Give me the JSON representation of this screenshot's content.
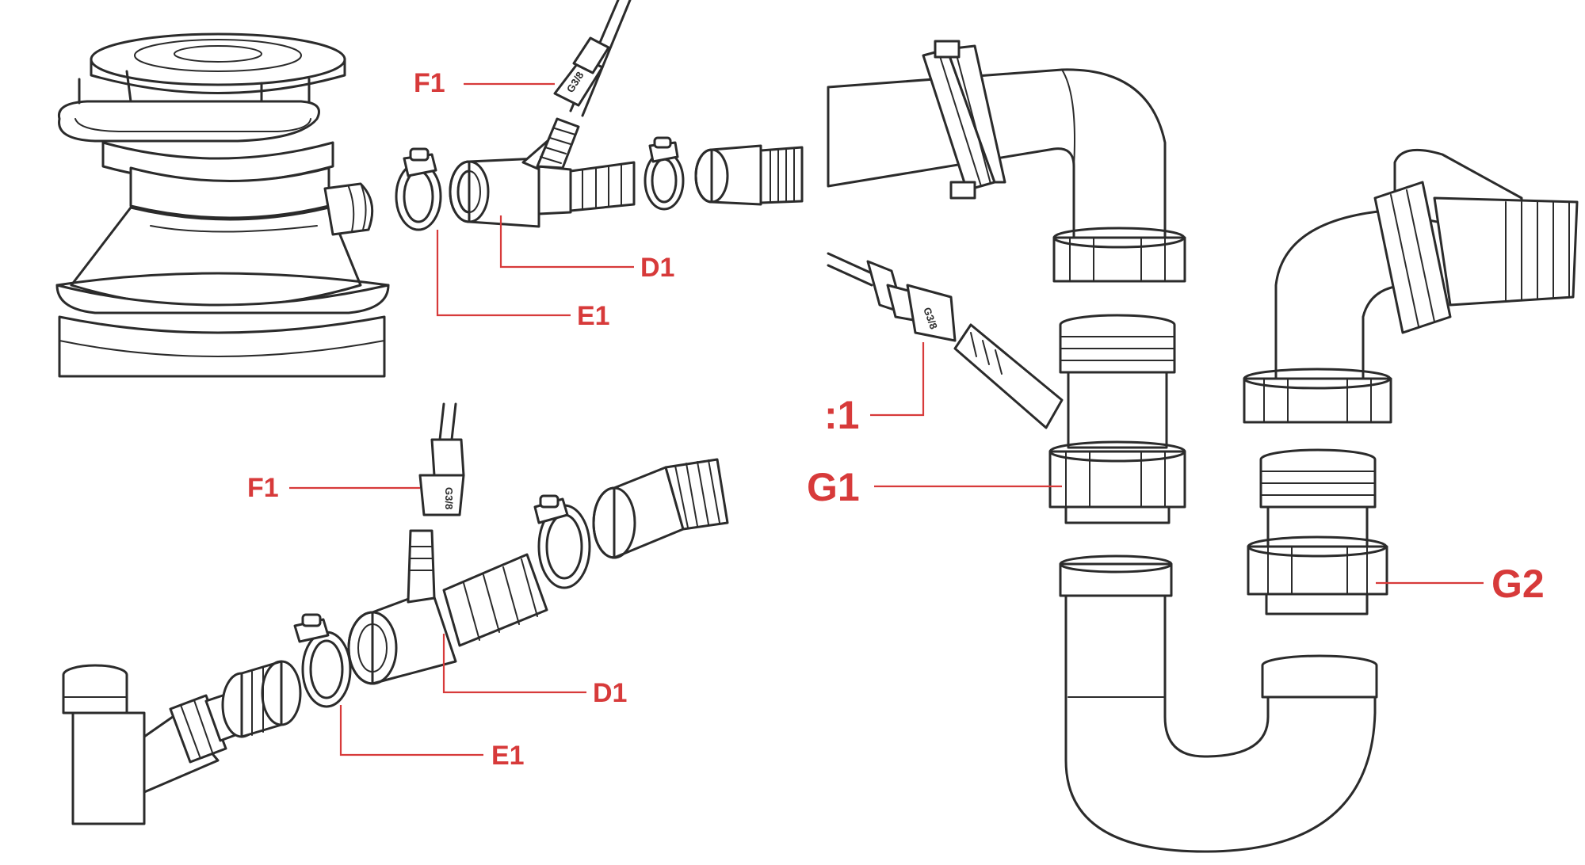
{
  "labels": {
    "top_f1": "F1",
    "top_d1": "D1",
    "top_e1": "E1",
    "bottom_f1": "F1",
    "bottom_d1": "D1",
    "bottom_e1": "E1",
    "right_f1": ":1",
    "right_g1": "G1",
    "right_g2": "G2"
  },
  "stamps": {
    "top_connector": "G3/8",
    "bottom_connector": "G3/8",
    "right_connector": "G3/8"
  },
  "colors": {
    "line": "#2b2b2b",
    "label": "#d73a3a",
    "background": "#ffffff"
  }
}
